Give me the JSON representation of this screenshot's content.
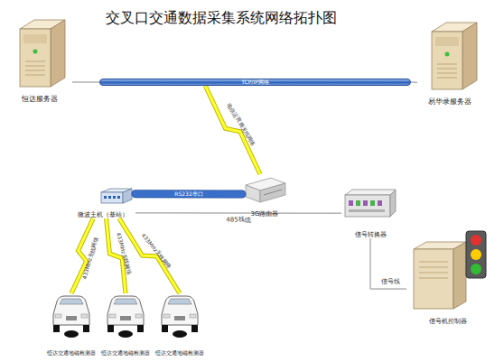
{
  "diagram": {
    "title": "交叉口交通数据采集系统网络拓扑图",
    "nodes": [
      {
        "text": [
          "恒达服务器"
        ]
      },
      {
        "text": [
          "易华录服务器"
        ]
      },
      {
        "text": [
          "TCP/IP网络"
        ]
      },
      {
        "text": [
          "3G路由器"
        ]
      },
      {
        "text": [
          "微波主机（基站）"
        ]
      },
      {
        "text": [
          "信号转换器"
        ]
      },
      {
        "text": [
          "信号机控制器"
        ]
      },
      {
        "text": [
          "恒达交通地磁检测器"
        ]
      },
      {
        "text": [
          "恒达交通地磁检测器"
        ]
      },
      {
        "text": [
          "恒达交通地磁检测器"
        ]
      }
    ],
    "edges": [
      {
        "from": 0,
        "to": 2,
        "arrow": "none"
      },
      {
        "from": 2,
        "to": 1,
        "arrow": "none"
      },
      {
        "from": 3,
        "to": 2,
        "label": "电信运营商无线网络",
        "arrow": "none"
      },
      {
        "from": 4,
        "to": 3,
        "label": "RS232串口",
        "arrow": "none"
      },
      {
        "from": 4,
        "to": 5,
        "label": "485线缆",
        "arrow": "none"
      },
      {
        "from": 5,
        "to": 6,
        "label": "信号线",
        "arrow": "none"
      },
      {
        "from": 4,
        "to": 7,
        "label": "433MHz无线网络",
        "arrow": "none"
      },
      {
        "from": 4,
        "to": 8,
        "label": "433MHz无线网络",
        "arrow": "none"
      },
      {
        "from": 4,
        "to": 9,
        "label": "433MHz无线网络",
        "arrow": "none"
      }
    ]
  }
}
